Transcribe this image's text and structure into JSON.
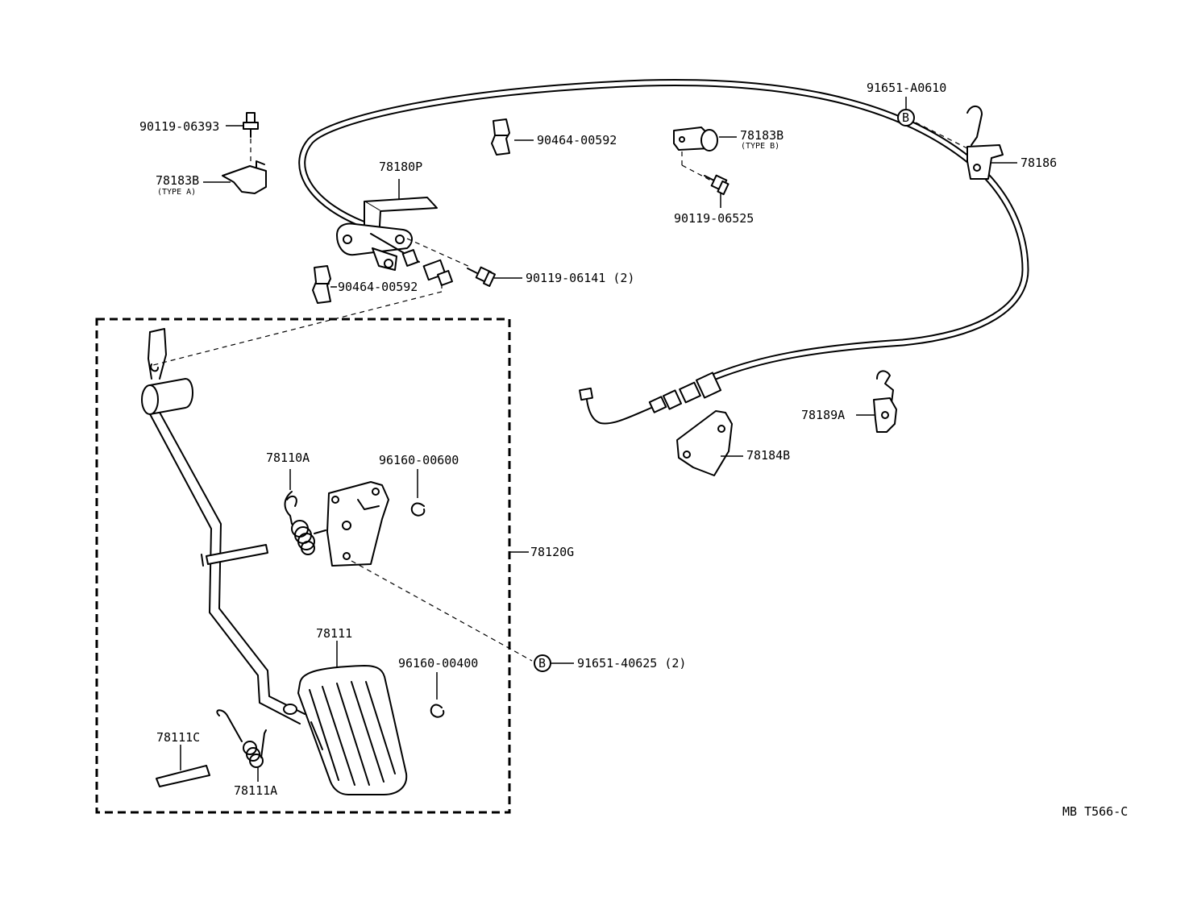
{
  "labels": {
    "p90119_06393": "90119-06393",
    "p78183B_a": "78183B",
    "type_a": "(TYPE A)",
    "p78180P": "78180P",
    "p90464_00592_top": "90464-00592",
    "p78183B_b": "78183B",
    "type_b": "(TYPE B)",
    "p90119_06525": "90119-06525",
    "p91651_A0610": "91651-A0610",
    "p78186": "78186",
    "p90119_06141": "90119-06141 (2)",
    "p90464_00592_left": "90464-00592",
    "p78189A": "78189A",
    "p78184B": "78184B",
    "p78110A": "78110A",
    "p96160_00600": "96160-00600",
    "p78120G": "78120G",
    "p78111": "78111",
    "p96160_00400": "96160-00400",
    "p91651_40625": "91651-40625 (2)",
    "p78111C": "78111C",
    "p78111A": "78111A",
    "marker_b": "B",
    "drawing_code": "MB T566-C"
  }
}
